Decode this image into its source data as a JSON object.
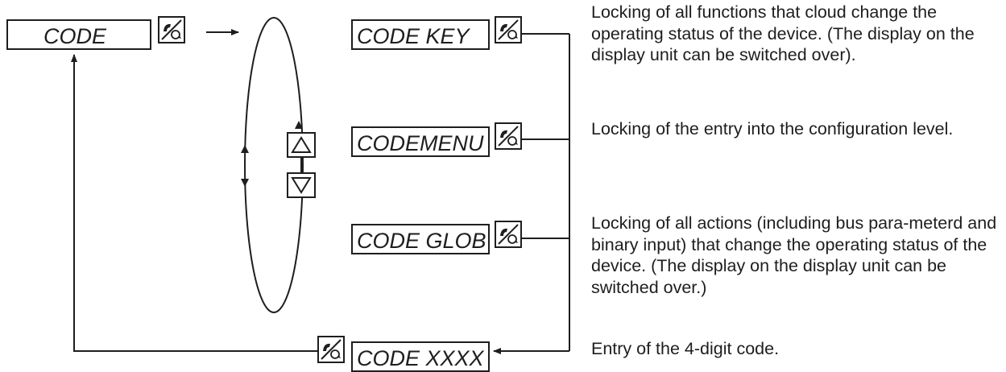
{
  "boxes": {
    "code": "CODE",
    "code_key": "CODE KEY",
    "code_menu": "CODEMENU",
    "code_glob": "CODE GLOB",
    "code_xxxx": "CODE XXXX"
  },
  "descriptions": {
    "code_key": "Locking of all functions that cloud change the operating status of the device. (The display on the display unit can be switched over).",
    "code_menu": "Locking of the entry into the configuration level.",
    "code_glob": "Locking of all actions (including bus para-meterd and binary input) that change the operating status of the device. (The display on the display unit can be switched over.)",
    "code_xxxx": "Entry of the 4-digit code."
  },
  "icons": {
    "confirm_key": "hand-rotate-icon",
    "up_key": "triangle-up-icon",
    "down_key": "triangle-down-icon"
  },
  "colors": {
    "ink": "#1e1e1e",
    "background": "#ffffff"
  }
}
